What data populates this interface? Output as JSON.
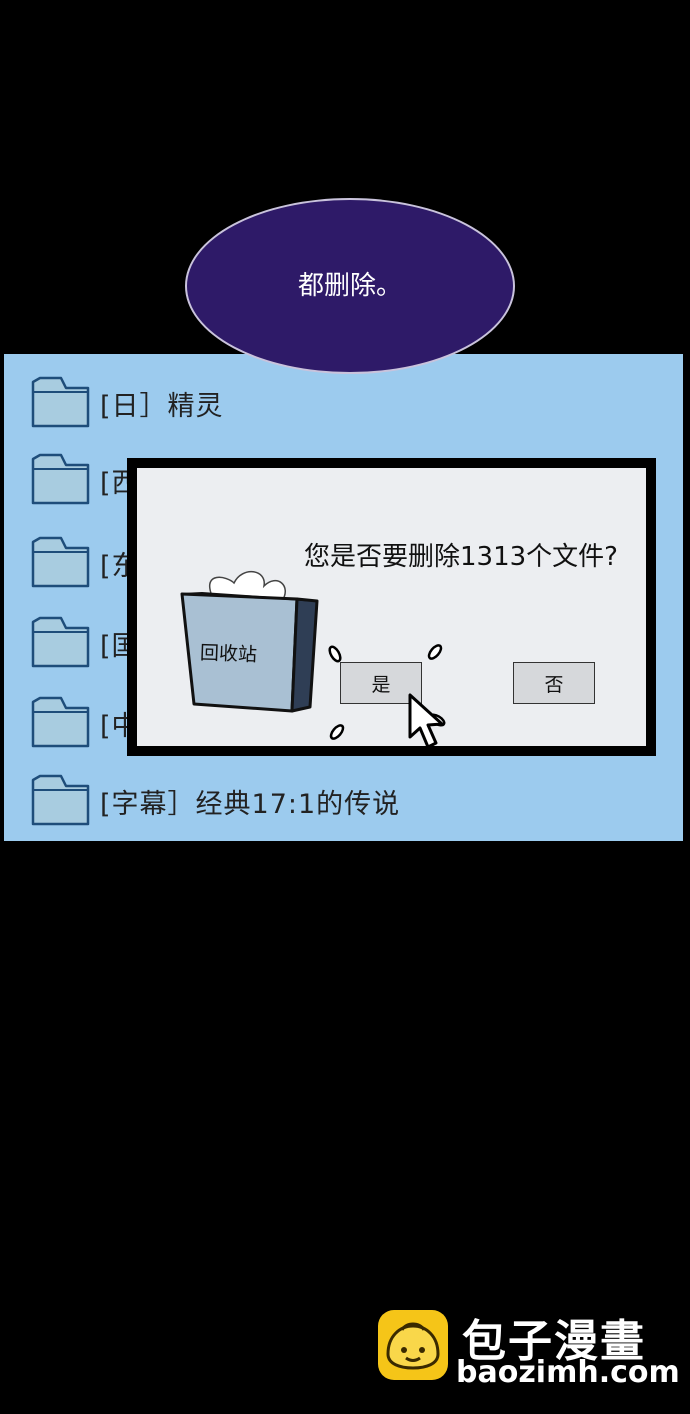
{
  "speech_bubble": {
    "text": "都删除。"
  },
  "folders": [
    {
      "label": "[日］精灵"
    },
    {
      "label": "[西"
    },
    {
      "label": "[东"
    },
    {
      "label": "[国"
    },
    {
      "label": "[中"
    },
    {
      "label": "[字幕］经典17:1的传说"
    }
  ],
  "dialog": {
    "question": "您是否要删除1313个文件?",
    "yes_label": "是",
    "no_label": "否",
    "recycle_bin_label": "回收站"
  },
  "watermark": {
    "title": "包子漫畫",
    "url": "baozimh.com"
  },
  "colors": {
    "background": "#000000",
    "bubble": "#2e1a68",
    "panel": "#9ccbee",
    "folder": "#a8cce0",
    "dialog": "#eceef1",
    "logo": "#f5c518"
  }
}
